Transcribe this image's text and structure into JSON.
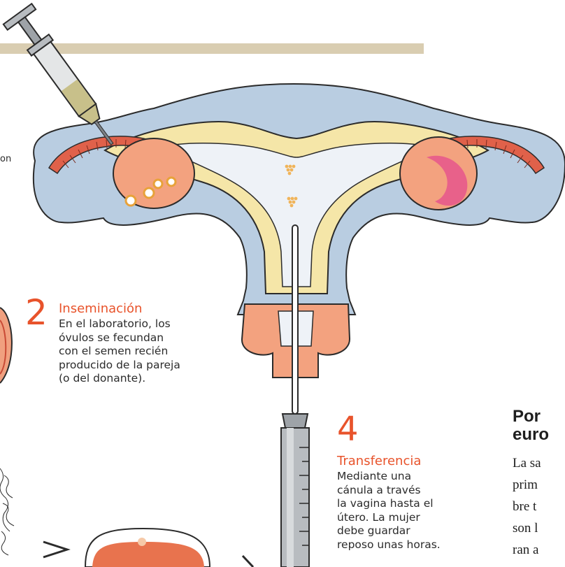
{
  "step2": {
    "number": "2",
    "title": "Inseminación",
    "body": "En el laboratorio, los\nóvulos se fecundan\ncon el semen recién\nproducido de la pareja\n(o del donante)."
  },
  "step4": {
    "number": "4",
    "title": "Transferencia",
    "body": "Mediante una\ncánula a través\nla vagina hasta el\nútero. La mujer\ndebe guardar\nreposo unas horas."
  },
  "fragment_left": "on",
  "sidebar": {
    "heading": "Por\neuro",
    "text": "La sa\nprim\nbre t\nson l\nran a"
  },
  "colors": {
    "accent": "#e8532b",
    "tan_bar": "#d9cdb1",
    "uterus_outer": "#b9cde1",
    "uterus_inner": "#eef2f7",
    "lining": "#f5e6a8",
    "ovary": "#f3a27f",
    "tube_red": "#e0614a",
    "cervix": "#f3a27f"
  },
  "icons": [
    "syringe-icon",
    "cannula-icon",
    "petri-dish-icon",
    "arrow-right-icon",
    "embryo-icon"
  ]
}
